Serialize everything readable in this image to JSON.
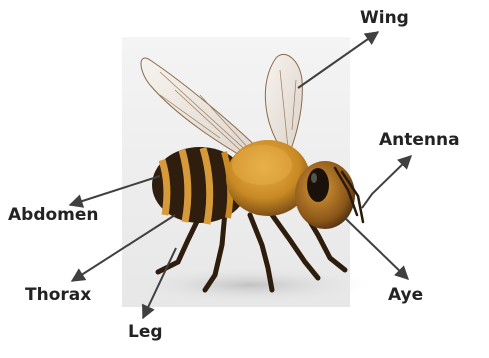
{
  "labels": {
    "wing": "Wing",
    "antenna": "Antenna",
    "abdomen": "Abdomen",
    "thorax": "Thorax",
    "aye": "Aye",
    "leg": "Leg"
  },
  "colors": {
    "label_text": "#232323",
    "arrow": "#404040",
    "photo_background": "#ececec",
    "body_gold": "#c98a24",
    "body_dark": "#3a2410"
  }
}
